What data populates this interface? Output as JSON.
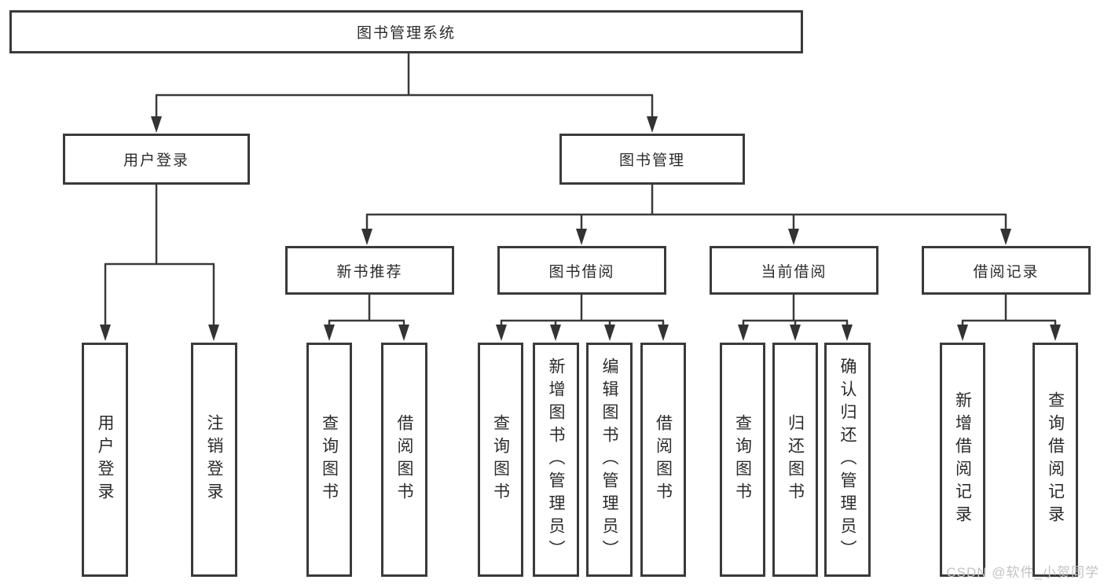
{
  "diagram": {
    "root": {
      "label": "图书管理系统"
    },
    "level2": [
      {
        "label": "用户登录"
      },
      {
        "label": "图书管理"
      }
    ],
    "level3": [
      {
        "label": "新书推荐"
      },
      {
        "label": "图书借阅"
      },
      {
        "label": "当前借阅"
      },
      {
        "label": "借阅记录"
      }
    ],
    "leaves": [
      {
        "label": "用户登录",
        "parent": "用户登录"
      },
      {
        "label": "注销登录",
        "parent": "用户登录"
      },
      {
        "label": "查询图书",
        "parent": "新书推荐"
      },
      {
        "label": "借阅图书",
        "parent": "新书推荐"
      },
      {
        "label": "查询图书",
        "parent": "图书借阅"
      },
      {
        "label": "新增图书（管理员）",
        "parent": "图书借阅"
      },
      {
        "label": "编辑图书（管理员）",
        "parent": "图书借阅"
      },
      {
        "label": "借阅图书",
        "parent": "图书借阅"
      },
      {
        "label": "查询图书",
        "parent": "当前借阅"
      },
      {
        "label": "归还图书",
        "parent": "当前借阅"
      },
      {
        "label": "确认归还（管理员）",
        "parent": "当前借阅"
      },
      {
        "label": "新增借阅记录",
        "parent": "借阅记录"
      },
      {
        "label": "查询借阅记录",
        "parent": "借阅记录"
      }
    ]
  },
  "watermark": "CSDN @软件_小贺同学",
  "colors": {
    "line": "#3a3a3a",
    "border": "#3a3a3a",
    "text": "#2b2b2b",
    "watermark": "#c3c3c3",
    "background": "#ffffff"
  }
}
